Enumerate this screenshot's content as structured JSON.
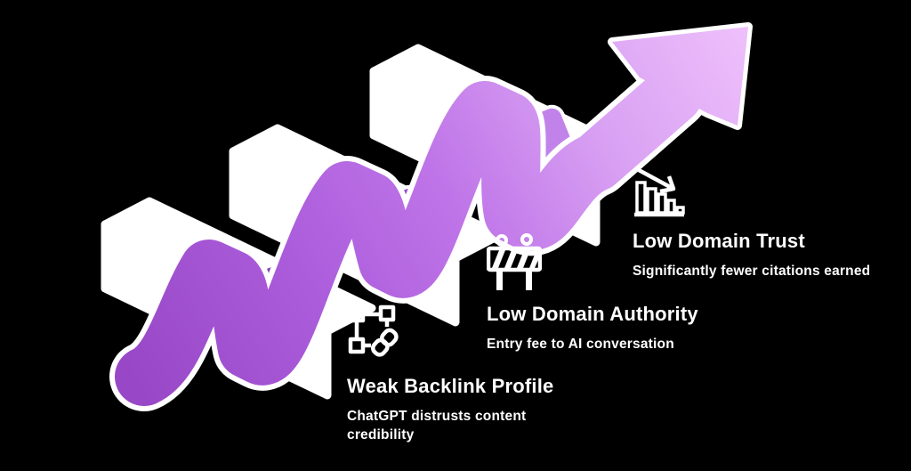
{
  "background": "#000000",
  "diagram": {
    "type": "rising-arrow-over-hurdles",
    "ribbon_gradient": [
      "#9848c6",
      "#ab5cdb",
      "#bf75e8",
      "#d9a1f3",
      "#eec0fb"
    ],
    "block_color": "#ffffff",
    "outline_color": "#ffffff",
    "loop_colors": [
      "#8a41ba",
      "#a04ed0",
      "#c183e9"
    ]
  },
  "items": [
    {
      "icon": "broken-backlink-icon",
      "title": "Weak Backlink Profile",
      "subtitle": "ChatGPT distrusts content credibility"
    },
    {
      "icon": "roadblock-icon",
      "title": "Low Domain Authority",
      "subtitle": "Entry fee to AI conversation"
    },
    {
      "icon": "declining-bar-chart-icon",
      "title": "Low Domain Trust",
      "subtitle": "Significantly fewer citations earned"
    }
  ]
}
